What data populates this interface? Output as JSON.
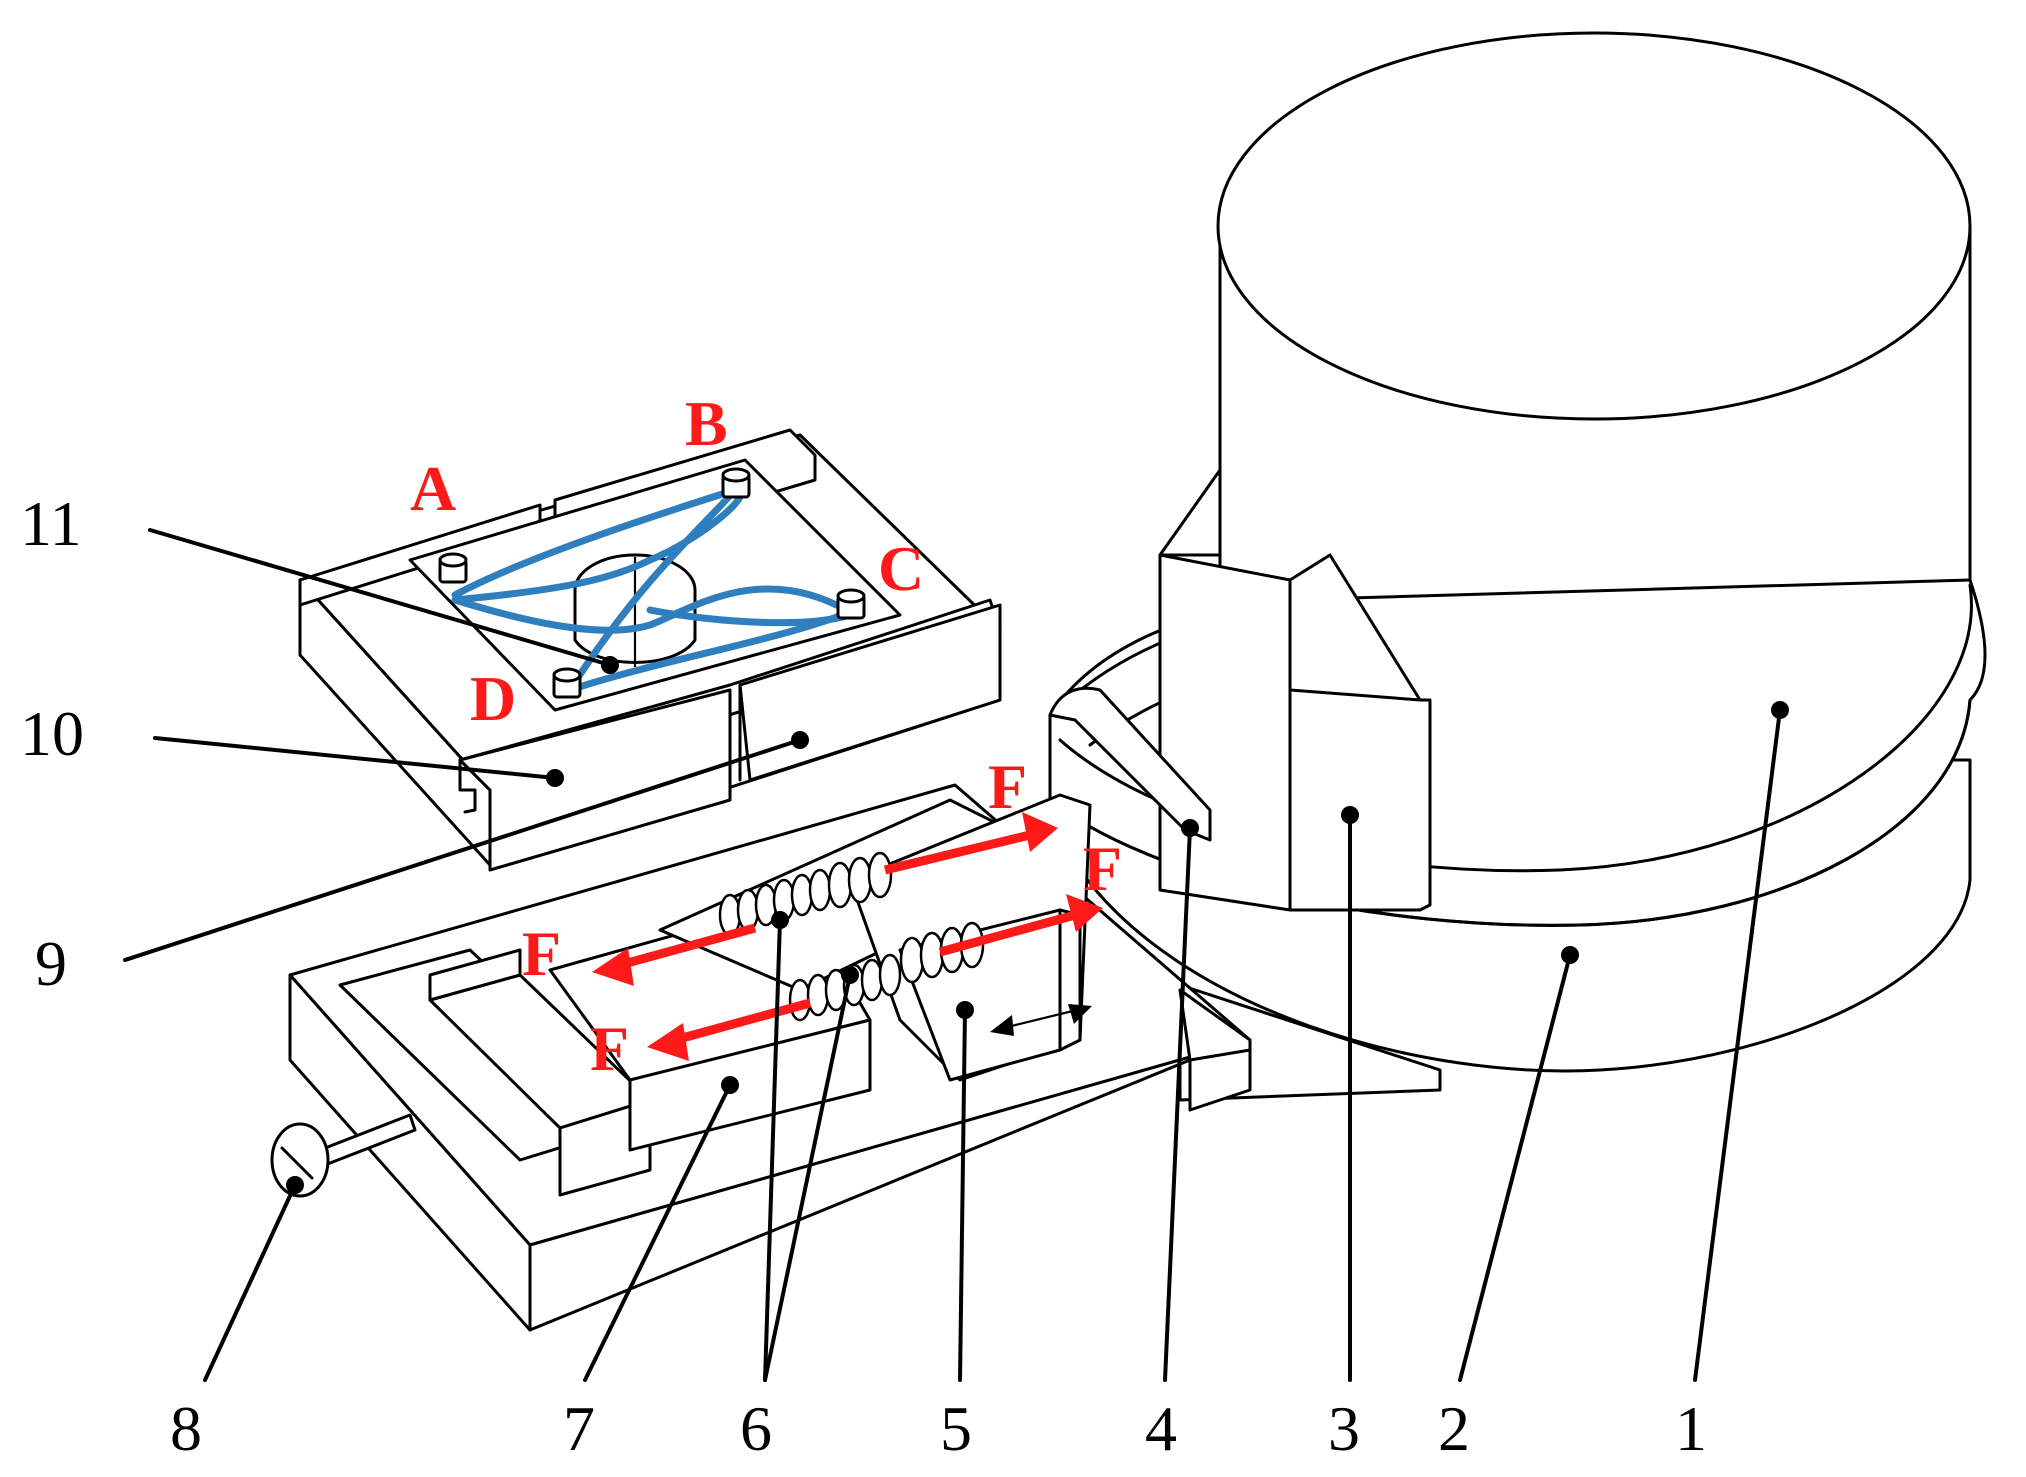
{
  "colors": {
    "line": "#000000",
    "force_arrow": "#ff1a1a",
    "fiber": "#2f7fbf",
    "background": "#ffffff"
  },
  "part_numbers": [
    "1",
    "2",
    "3",
    "4",
    "5",
    "6",
    "7",
    "8",
    "9",
    "10",
    "11"
  ],
  "corner_labels": [
    "A",
    "B",
    "C",
    "D"
  ],
  "force_label": "F",
  "icons": [
    "screw-knob-icon",
    "double-arrow-icon",
    "force-arrow-icon"
  ]
}
